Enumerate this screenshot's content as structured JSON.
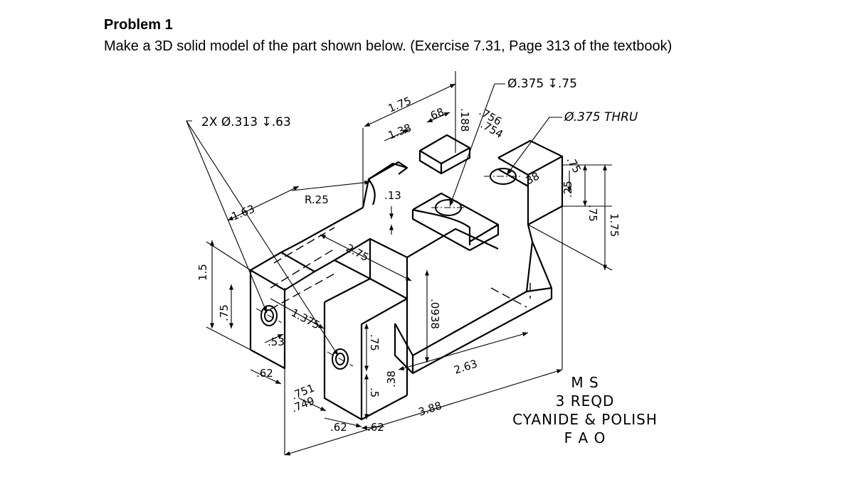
{
  "heading": "Problem 1",
  "instruction": "Make a 3D solid model of the part shown below. (Exercise 7.31, Page 313 of the textbook)",
  "callouts": {
    "counterbored_holes": "2X Ø.313 ↧.63",
    "top_hole": "Ø.375 ↧.75",
    "thru_hole": "Ø.375 THRU"
  },
  "dimensions": {
    "d1_75": "1.75",
    "d1_38": "1.38",
    "d_68": ".68",
    "d_188": ".188",
    "d_756": ".756",
    "d_754": ".754",
    "d_r25": "R.25",
    "d_163": "1.63",
    "d_13": ".13",
    "d_275": "2.75",
    "d_38a": ".38",
    "d_75a": ".75",
    "d_25": ".25",
    "d_75b": ".75",
    "d_175": "1.75",
    "d_15": "1.5",
    "d_75c": ".75",
    "d_1375": "1.375",
    "d_53": ".53",
    "d_0938": ".0938",
    "d_75d": ".75",
    "d_5": ".5",
    "d_38b": ".38",
    "d_62a": ".62",
    "d_751": ".751",
    "d_749": ".749",
    "d_62b": ".62",
    "d_62c": ".62",
    "d_263": "2.63",
    "d_388": "3.88"
  },
  "notes": {
    "material": "M S",
    "quantity": "3 REQD",
    "finish": "CYANIDE & POLISH",
    "fao": "F A O"
  }
}
